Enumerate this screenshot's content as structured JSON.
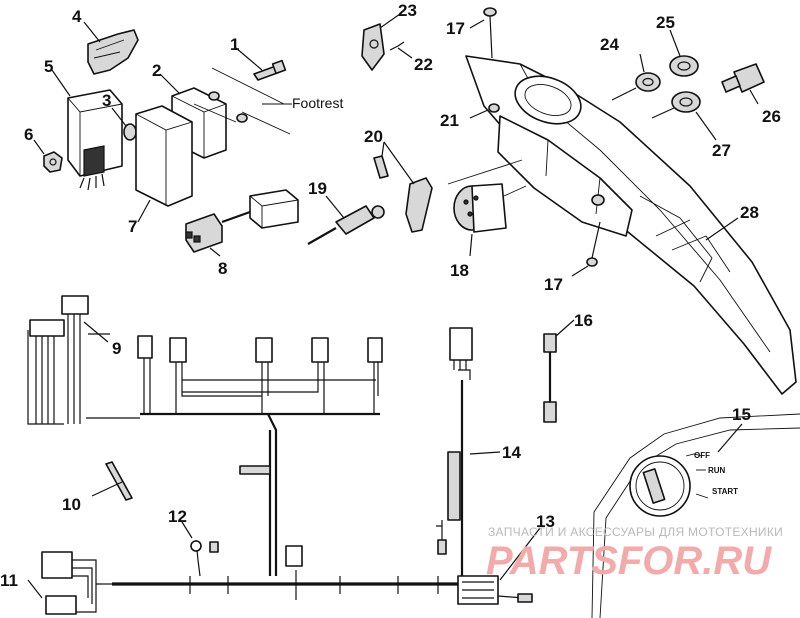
{
  "callouts": {
    "n1": "1",
    "n2": "2",
    "n3": "3",
    "n4": "4",
    "n5": "5",
    "n6": "6",
    "n7": "7",
    "n8": "8",
    "n9": "9",
    "n10": "10",
    "n11": "11",
    "n12": "12",
    "n13": "13",
    "n14": "14",
    "n15": "15",
    "n16": "16",
    "n17a": "17",
    "n17b": "17",
    "n18": "18",
    "n19": "19",
    "n20": "20",
    "n21": "21",
    "n22": "22",
    "n23": "23",
    "n24": "24",
    "n25": "25",
    "n26": "26",
    "n27": "27",
    "n28": "28"
  },
  "labels": {
    "footrest": "Footrest"
  },
  "switch_positions": {
    "off": "OFF",
    "run": "RUN",
    "start": "START"
  },
  "watermark": {
    "caption": "ЗАПЧАСТИ И АКСЕССУАРЫ ДЛЯ МОТОТЕХНИКИ",
    "brand": "PARTSFOR.RU"
  },
  "colors": {
    "line": "#111111",
    "watermark_caption": "#b9b9b9",
    "watermark_brand": "#f3aaaa"
  }
}
